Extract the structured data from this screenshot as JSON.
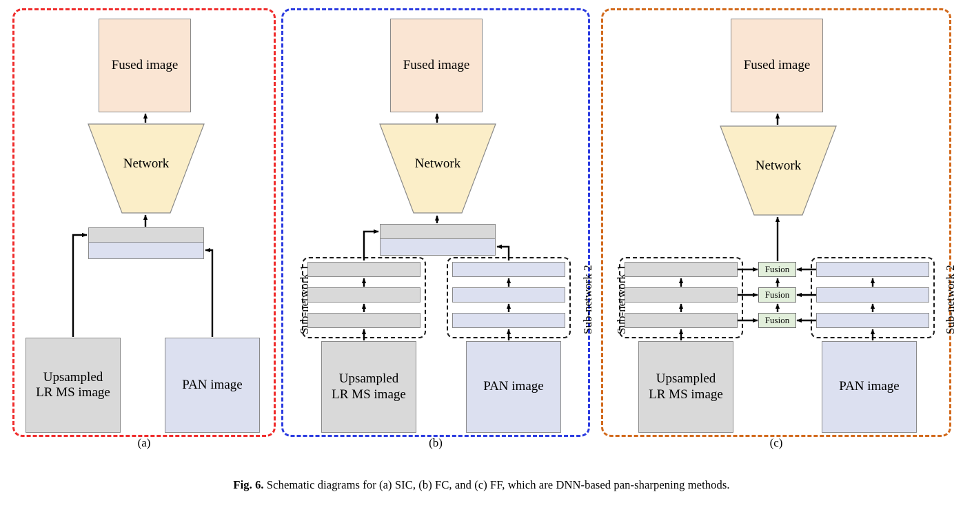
{
  "figure": {
    "caption_bold": "Fig. 6.",
    "caption_text": "Schematic diagrams for (a) SIC, (b) FC, and (c) FF, which are DNN-based pan-sharpening methods."
  },
  "colors": {
    "panel_a_border": "#ef2b2b",
    "panel_b_border": "#2b3be0",
    "panel_c_border": "#d2691b",
    "fused_fill": "#fae5d3",
    "network_fill": "#fbeec8",
    "ms_fill": "#d9d9d9",
    "pan_fill": "#dce0f0",
    "fusion_fill": "#e2efdb",
    "box_stroke": "#8a8a8a",
    "arrow": "#000000"
  },
  "panels": [
    {
      "id": "a",
      "sublabel": "(a)",
      "method": "SIC",
      "fused_label": "Fused image",
      "network_label": "Network",
      "ms_label": "Upsampled\nLR MS image",
      "pan_label": "PAN image",
      "concat": {
        "top_stream": "MS",
        "bottom_stream": "PAN"
      },
      "has_subnetworks": false,
      "has_fusion": false
    },
    {
      "id": "b",
      "sublabel": "(b)",
      "method": "FC",
      "fused_label": "Fused image",
      "network_label": "Network",
      "ms_label": "Upsampled\nLR MS image",
      "pan_label": "PAN image",
      "concat": {
        "top_stream": "MS",
        "bottom_stream": "PAN"
      },
      "has_subnetworks": true,
      "subnetwork_left_label": "Sub-network 1",
      "subnetwork_right_label": "Sub-network 2",
      "layer_count": 3,
      "has_fusion": false
    },
    {
      "id": "c",
      "sublabel": "(c)",
      "method": "FF",
      "fused_label": "Fused image",
      "network_label": "Network",
      "ms_label": "Upsampled\nLR MS image",
      "pan_label": "PAN image",
      "has_subnetworks": true,
      "subnetwork_left_label": "Sub-network 1",
      "subnetwork_right_label": "Sub-network 2",
      "layer_count": 3,
      "has_fusion": true,
      "fusion_labels": [
        "Fusion",
        "Fusion",
        "Fusion"
      ]
    }
  ]
}
